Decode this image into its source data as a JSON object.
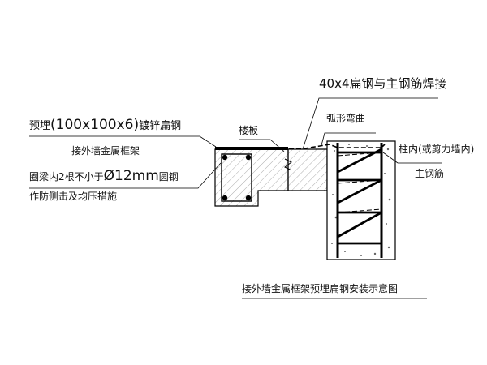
{
  "diagram": {
    "caption": "接外墙金属框架预埋扁钢安装示意图",
    "labels": {
      "flat_steel_weld": "40x4扁钢与主钢筋焊接",
      "arc_bend": "弧形弯曲",
      "embed_prefix": "预埋",
      "embed_size": "(100x100x6)",
      "embed_suffix": "镀锌扁钢",
      "floor_slab": "楼板",
      "outer_frame": "接外墙金属框架",
      "column_inner": "柱内(或剪力墙内)",
      "main_rebar": "主钢筋",
      "ring_beam_prefix": "圈梁内2",
      "ring_beam_mid": "根不小于",
      "ring_beam_size": "Ø12mm",
      "ring_beam_suffix": "圆钢",
      "protection": "作防侧击及均压措施"
    }
  }
}
